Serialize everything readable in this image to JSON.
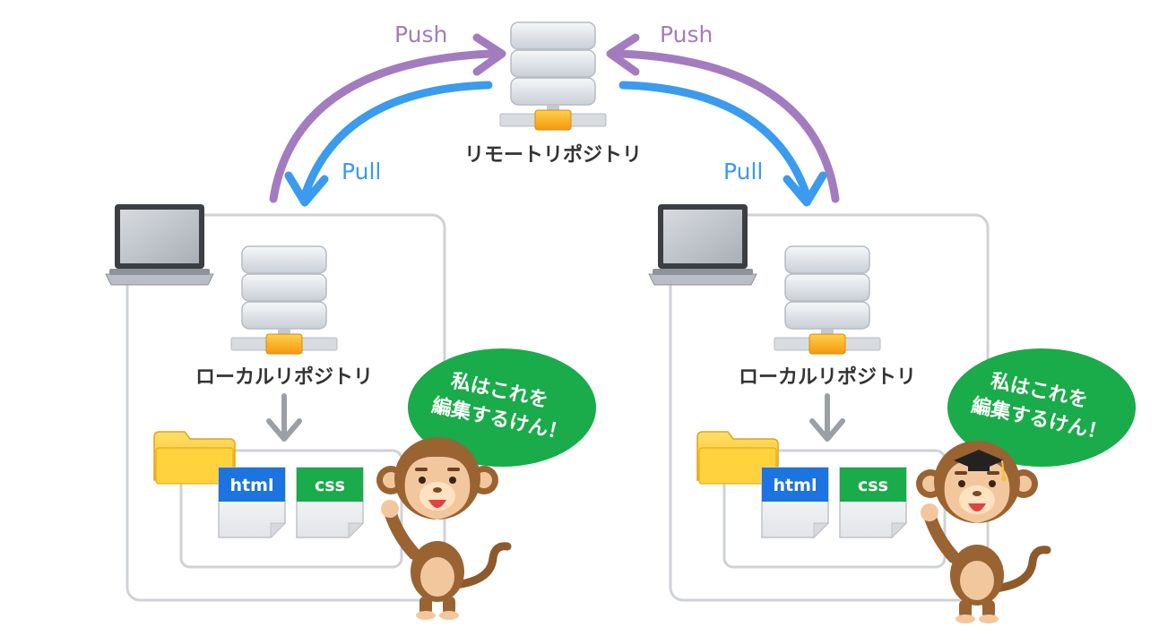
{
  "remote": {
    "label": "リモートリポジトリ"
  },
  "arrows": {
    "push_left": "Push",
    "push_right": "Push",
    "pull_left": "Pull",
    "pull_right": "Pull"
  },
  "left": {
    "repo_label": "ローカルリポジトリ",
    "file1": "html",
    "file2": "css",
    "bubble_line1": "私はこれを",
    "bubble_line2": "編集するけん！"
  },
  "right": {
    "repo_label": "ローカルリポジトリ",
    "file1": "html",
    "file2": "css",
    "bubble_line1": "私はこれを",
    "bubble_line2": "編集するけん！"
  },
  "colors": {
    "push": "#a37cc0",
    "pull": "#3a9bef",
    "bubble": "#1aab4a",
    "html_tab": "#1c74e0",
    "css_tab": "#1aab4a",
    "folder": "#ffc928",
    "server_connector": "#f7a61a"
  }
}
